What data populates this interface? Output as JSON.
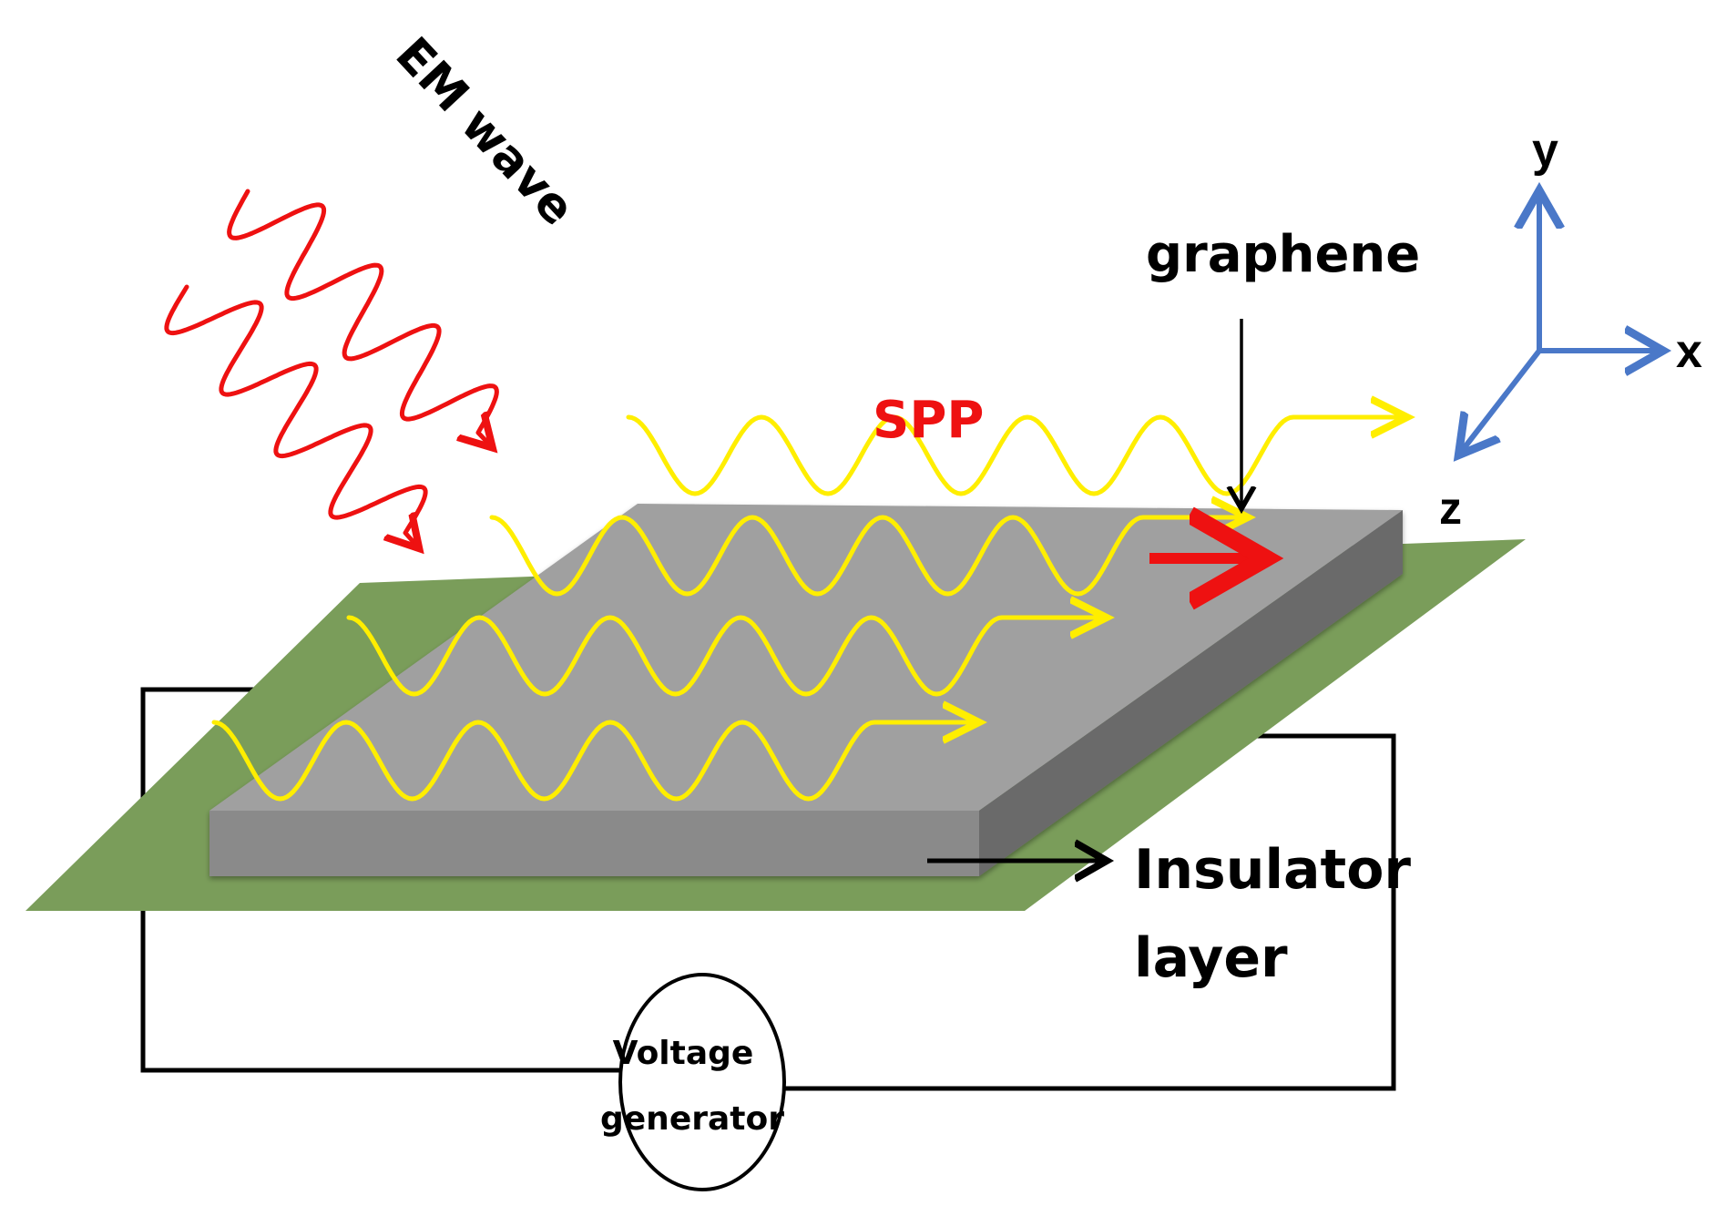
{
  "labels": {
    "em_wave": "EM wave",
    "spp": "SPP",
    "graphene": "graphene",
    "insulator_line1": "Insulator",
    "insulator_line2": "layer",
    "voltage_line1": "Voltage",
    "voltage_line2": "generator",
    "axis_x": "x",
    "axis_y": "y",
    "axis_z": "z"
  },
  "colors": {
    "background": "#ffffff",
    "substrate": "#7a9d5a",
    "slab_top": "#a0a0a0",
    "slab_front": "#888888",
    "slab_side": "#6a6a6a",
    "spp_wave": "#ffee00",
    "em_wave": "#ee1111",
    "spp_label": "#ee1111",
    "propagation_arrow": "#ee1111",
    "circuit_wire": "#000000",
    "axis": "#4a78c8"
  },
  "icons": {
    "voltage_source": "circle-symbol",
    "axis_arrows": "arrow-head"
  }
}
